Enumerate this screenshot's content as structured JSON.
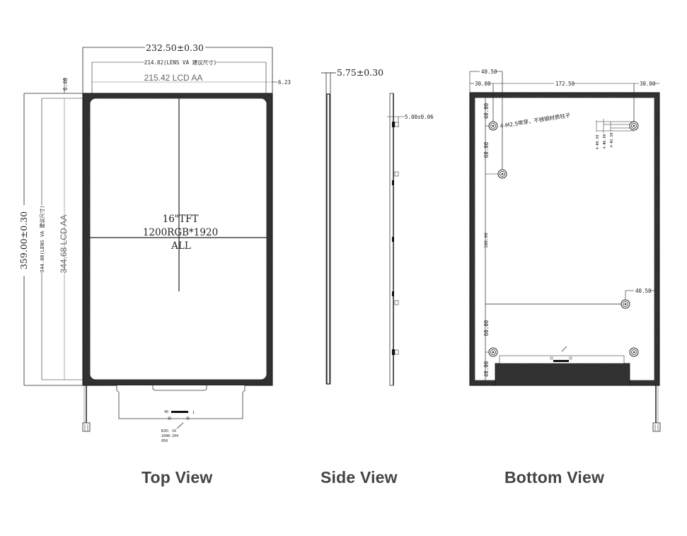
{
  "top_view": {
    "caption": "Top View",
    "dims": {
      "overall_width": "232.50±0.30",
      "lens_va_width": "214.82(LENS VA 建议尺寸)",
      "lcd_aa_width": "215.42 LCD AA",
      "right_offset": "6.23",
      "top_offset": "6.40",
      "overall_height": "359.00±0.30",
      "lens_va_height": "344.08(LENS VA 建议尺寸)",
      "lcd_aa_height": "344.68 LCD AA"
    },
    "center_label": {
      "line1": "16\"TFT",
      "line2": "1200RGB*1920",
      "line3": "ALL"
    },
    "fpc": {
      "pin_left": "40",
      "pin_right": "1",
      "note_line1": "BJD: 10",
      "note_line2": "1048-204",
      "note_line3": "050"
    }
  },
  "side_view": {
    "caption": "Side View",
    "dims": {
      "thickness": "5.75±0.30",
      "standoff": "5.00±0.06"
    }
  },
  "bottom_view": {
    "caption": "Bottom View",
    "dims": {
      "left_40_50": "40.50",
      "left_30": "30.00",
      "span_172_50": "172.50",
      "right_30": "30.00",
      "v_40_top": "40.00",
      "v_60_a": "60.00",
      "v_188": "188.00",
      "v_60_b": "60.00",
      "v_40_bottom": "40.00",
      "right_40_50": "40.50",
      "hole_d1": "4-Φ8.50",
      "hole_d2": "4-Φ6.00",
      "hole_d3": "4-Φ2.50"
    },
    "stud_note": "4-M2.5带芽，不锈钢材质柱子"
  }
}
